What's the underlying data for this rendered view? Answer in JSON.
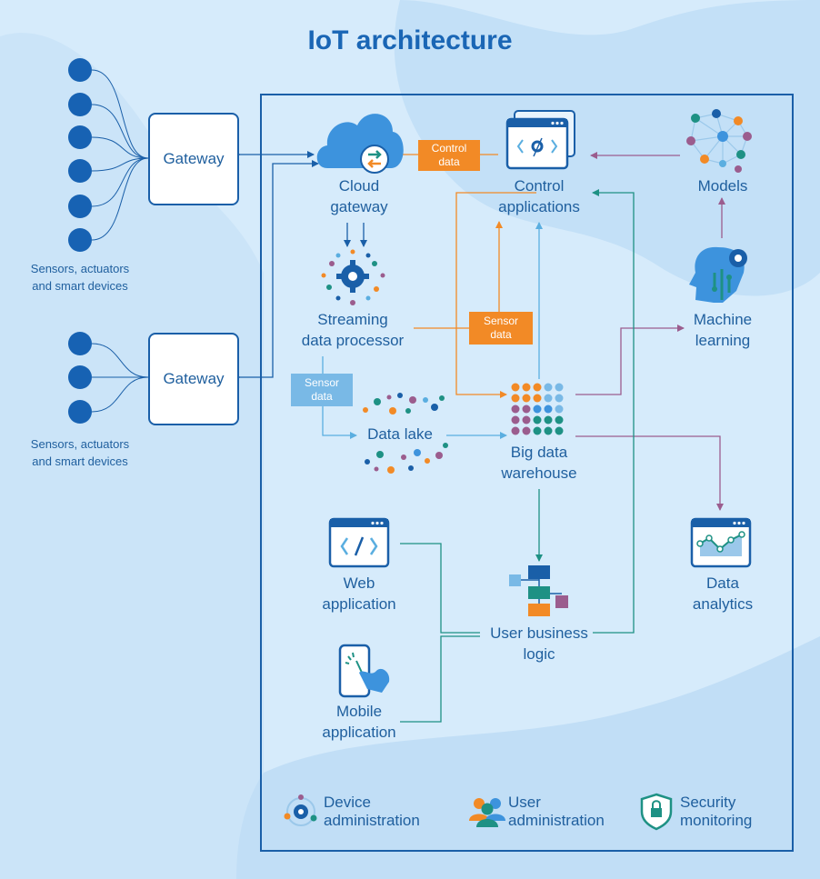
{
  "title": "IoT architecture",
  "devices": {
    "label_line1": "Sensors, actuators",
    "label_line2": "and smart devices"
  },
  "gateways": [
    {
      "label": "Gateway"
    },
    {
      "label": "Gateway"
    }
  ],
  "nodes": {
    "cloud_gateway": {
      "line1": "Cloud",
      "line2": "gateway"
    },
    "control_applications": {
      "line1": "Control",
      "line2": "applications"
    },
    "models": {
      "line1": "Models"
    },
    "streaming_processor": {
      "line1": "Streaming",
      "line2": "data processor"
    },
    "machine_learning": {
      "line1": "Machine",
      "line2": "learning"
    },
    "data_lake": {
      "line1": "Data lake"
    },
    "big_data_warehouse": {
      "line1": "Big data",
      "line2": "warehouse"
    },
    "data_analytics": {
      "line1": "Data",
      "line2": "analytics"
    },
    "web_application": {
      "line1": "Web",
      "line2": "application"
    },
    "user_business_logic": {
      "line1": "User business",
      "line2": "logic"
    },
    "mobile_application": {
      "line1": "Mobile",
      "line2": "application"
    }
  },
  "tags": {
    "control_data": {
      "line1": "Control",
      "line2": "data"
    },
    "sensor_data_orange": {
      "line1": "Sensor",
      "line2": "data"
    },
    "sensor_data_blue": {
      "line1": "Sensor",
      "line2": "data"
    }
  },
  "footer": {
    "device_admin": {
      "line1": "Device",
      "line2": "administration"
    },
    "user_admin": {
      "line1": "User",
      "line2": "administration"
    },
    "security": {
      "line1": "Security",
      "line2": "monitoring"
    }
  },
  "colors": {
    "primary": "#1a5fa8",
    "orange": "#f28a26",
    "light_blue": "#79b9e6",
    "purple": "#9b5d8e",
    "teal": "#1e9184",
    "background": "#d6ebfb"
  }
}
